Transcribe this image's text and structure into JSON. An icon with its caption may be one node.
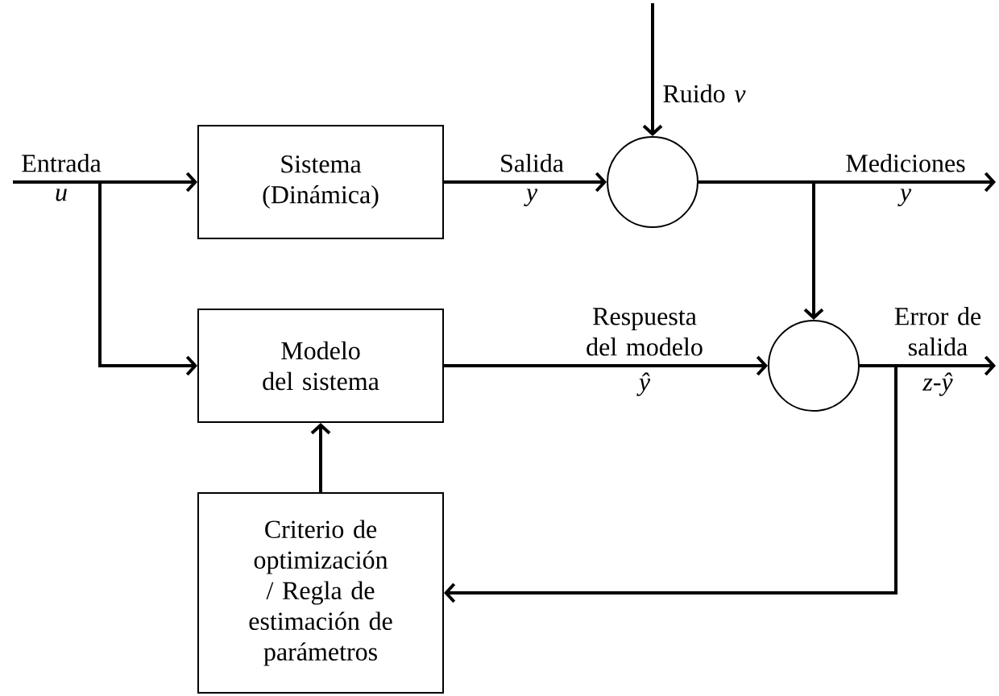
{
  "diagram": {
    "nodes": [
      {
        "text": [
          "Sistema (Dinámica)"
        ]
      },
      {
        "text": [],
        "shape": "circle"
      },
      {
        "text": [
          "Modelo del sistema"
        ]
      },
      {
        "text": [],
        "shape": "circle"
      },
      {
        "text": [
          "Criterio de optimización / Regla de estimación de parámetros"
        ]
      }
    ],
    "edges": [
      {
        "from": null,
        "to": 0,
        "arrow": "to",
        "label": "Entrada"
      },
      {
        "from": null,
        "to": 2,
        "arrow": "to"
      },
      {
        "from": 0,
        "to": 1,
        "arrow": "to",
        "label": "Salida"
      },
      {
        "from": null,
        "to": 1,
        "arrow": "to",
        "label": "Ruido *v*"
      },
      {
        "from": 1,
        "to": null,
        "arrow": "to",
        "label": "Mediciones"
      },
      {
        "from": 1,
        "to": 3,
        "arrow": "to"
      },
      {
        "from": 2,
        "to": 3,
        "arrow": "to",
        "label": "Respuesta del modelo"
      },
      {
        "from": 3,
        "to": null,
        "arrow": "to",
        "label": "Error de salida"
      },
      {
        "from": 3,
        "to": 4,
        "arrow": "to"
      },
      {
        "from": 4,
        "to": 2,
        "arrow": "to"
      }
    ],
    "labels": [
      "u",
      "y",
      "y",
      "ŷ",
      "z-ŷ"
    ]
  }
}
